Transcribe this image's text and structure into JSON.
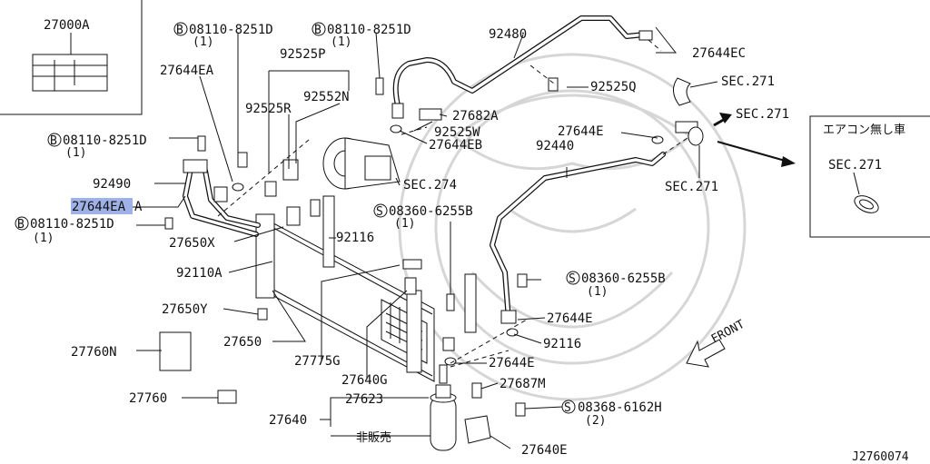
{
  "inset_box": {
    "label": "27000A"
  },
  "right_box": {
    "title": "エアコン無し車",
    "label": "SEC.271"
  },
  "diagram_code": "J2760074",
  "front_label": "FRONT",
  "highlighted_label": "27644EA",
  "labels": {
    "l_27644ea_top": "27644EA",
    "l_bolt_d1": "08110-8251D",
    "l_bolt_d1_qty": "(1)",
    "l_bolt_d2": "08110-8251D",
    "l_bolt_d2_qty": "(1)",
    "l_bolt_d3": "08110-8251D",
    "l_bolt_d3_qty": "(1)",
    "l_bolt_d4": "08110-8251D",
    "l_bolt_d4_qty": "(1)",
    "l_92525p": "92525P",
    "l_92525r": "92525R",
    "l_92552n": "92552N",
    "l_92490": "92490",
    "l_27644ea_hl_suffix": "A",
    "l_27650x": "27650X",
    "l_92110a": "92110A",
    "l_27650y": "27650Y",
    "l_27760n": "27760N",
    "l_27760": "27760",
    "l_27650": "27650",
    "l_27775g": "27775G",
    "l_27640g": "27640G",
    "l_27623": "27623",
    "l_27640": "27640",
    "l_hanbai": "非販売",
    "l_27640e": "27640E",
    "l_92480": "92480",
    "l_27644ec": "27644EC",
    "l_92525q": "92525Q",
    "l_27682a": "27682A",
    "l_92525w": "92525W",
    "l_27644eb": "27644EB",
    "l_sec274": "SEC.274",
    "l_screw_b1": "08360-6255B",
    "l_screw_b1_qty": "(1)",
    "l_92116_a": "92116",
    "l_sec271_a": "SEC.271",
    "l_sec271_b": "SEC.271",
    "l_sec271_c": "SEC.271",
    "l_27644e_a": "27644E",
    "l_92440": "92440",
    "l_screw_b2": "08360-6255B",
    "l_screw_b2_qty": "(1)",
    "l_27644e_b": "27644E",
    "l_92116_b": "92116",
    "l_27644e_c": "27644E",
    "l_27687m": "27687M",
    "l_screw_h": "08368-6162H",
    "l_screw_h_qty": "(2)"
  },
  "markers": {
    "bolt": "B",
    "screw": "S"
  }
}
